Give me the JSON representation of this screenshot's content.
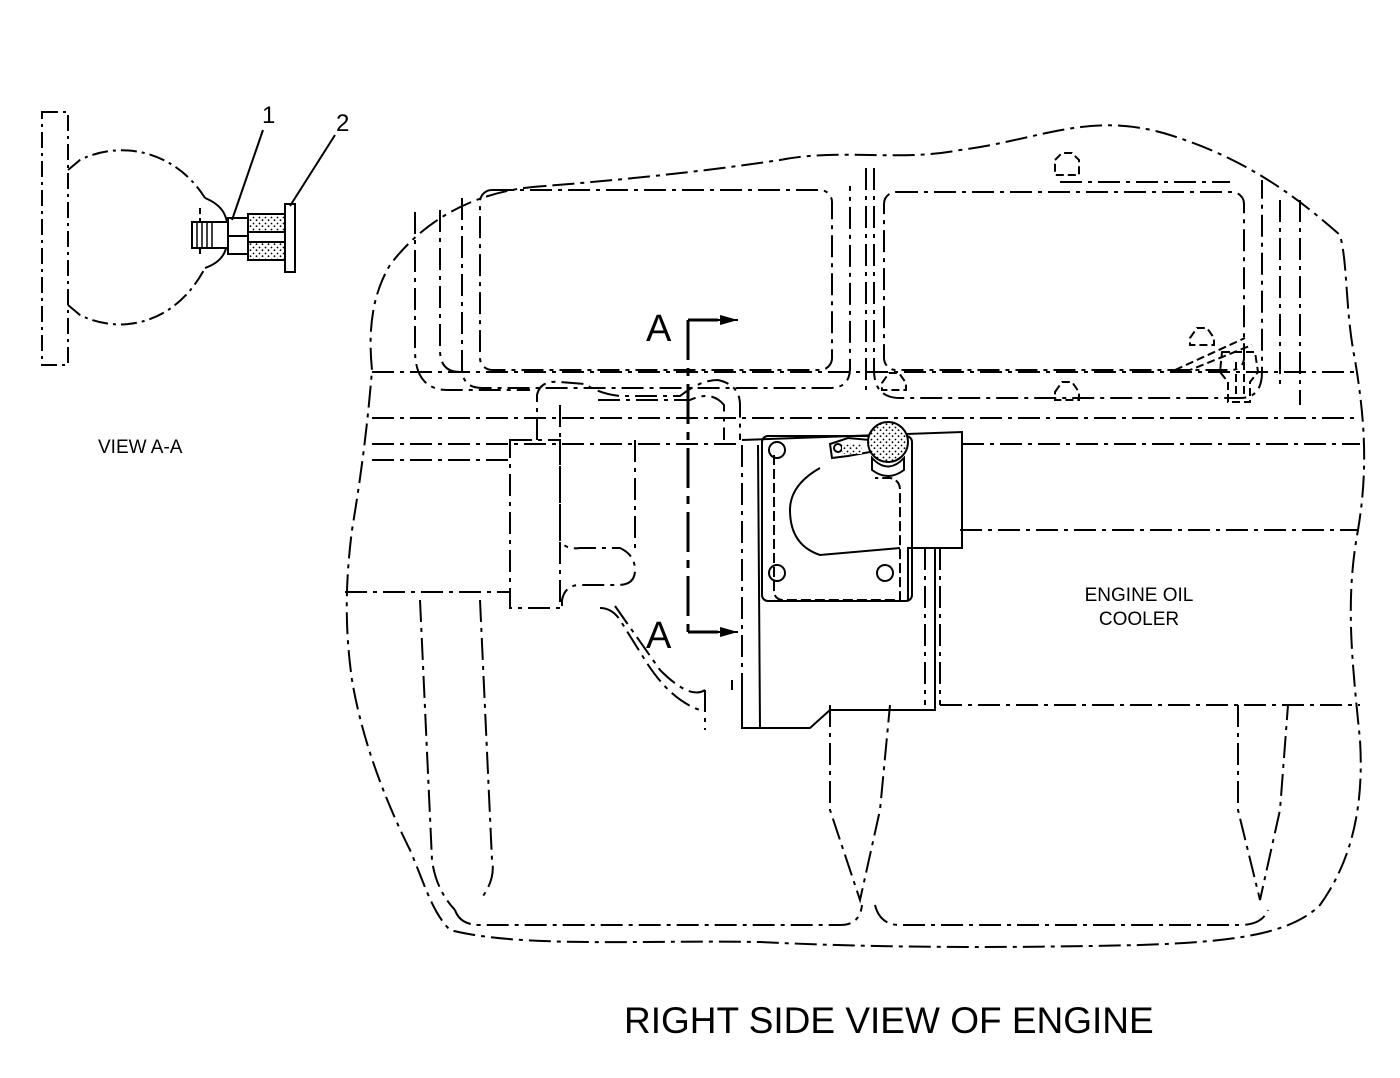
{
  "diagram": {
    "callouts": [
      "1",
      "2"
    ],
    "section_marker": "A",
    "view_label": "VIEW A-A",
    "part_label_line1": "ENGINE OIL",
    "part_label_line2": "COOLER",
    "title": "RIGHT SIDE VIEW OF ENGINE"
  }
}
